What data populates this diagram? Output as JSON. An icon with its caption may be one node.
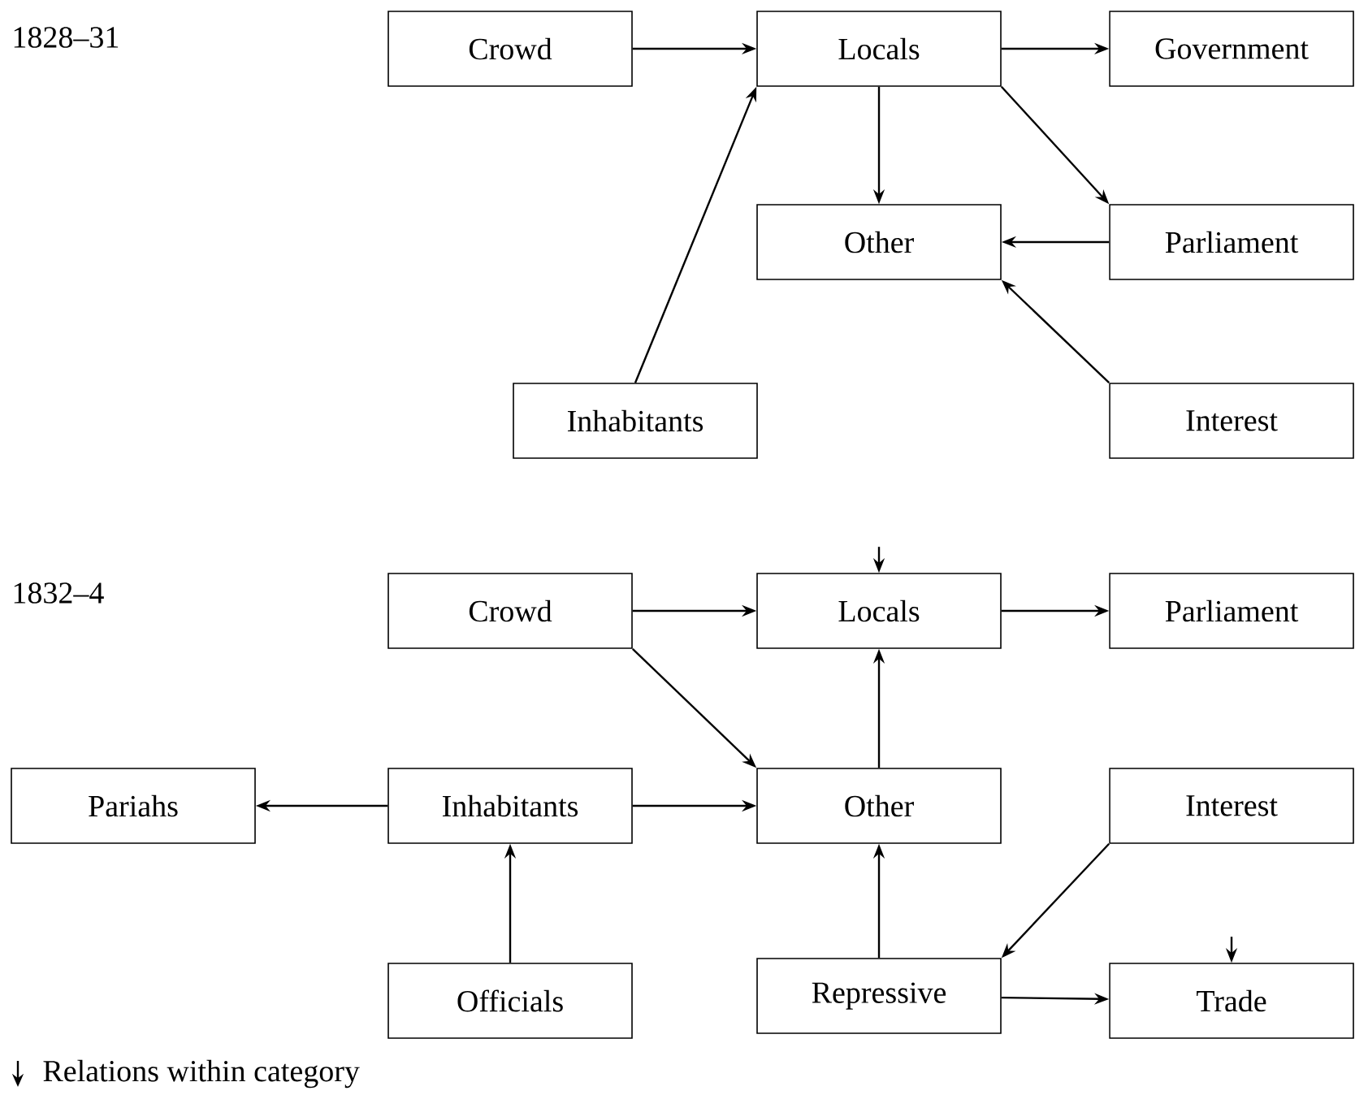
{
  "diagram": {
    "nodes": [
      {
        "text": [
          "Crowd"
        ]
      },
      {
        "text": [
          "Locals"
        ]
      },
      {
        "text": [
          "Government"
        ]
      },
      {
        "text": [
          "Other"
        ]
      },
      {
        "text": [
          "Parliament"
        ]
      },
      {
        "text": [
          "Inhabitants"
        ]
      },
      {
        "text": [
          "Interest"
        ]
      },
      {
        "text": [
          "Crowd"
        ]
      },
      {
        "text": [
          "Locals"
        ]
      },
      {
        "text": [
          "Parliament"
        ]
      },
      {
        "text": [
          "Pariahs"
        ]
      },
      {
        "text": [
          "Inhabitants"
        ]
      },
      {
        "text": [
          "Other"
        ]
      },
      {
        "text": [
          "Interest"
        ]
      },
      {
        "text": [
          "Officials"
        ]
      },
      {
        "text": [
          "Repressive"
        ]
      },
      {
        "text": [
          "Trade"
        ]
      }
    ],
    "edges": [
      {
        "from": 0,
        "to": 1,
        "arrow": "to"
      },
      {
        "from": 1,
        "to": 2,
        "arrow": "to"
      },
      {
        "from": 1,
        "to": 3,
        "arrow": "to"
      },
      {
        "from": 1,
        "to": 4,
        "arrow": "to"
      },
      {
        "from": 4,
        "to": 3,
        "arrow": "to"
      },
      {
        "from": 5,
        "to": 1,
        "arrow": "to"
      },
      {
        "from": 6,
        "to": 3,
        "arrow": "to"
      },
      {
        "from": null,
        "to": 8,
        "arrow": "to"
      },
      {
        "from": 7,
        "to": 8,
        "arrow": "to"
      },
      {
        "from": 8,
        "to": 9,
        "arrow": "to"
      },
      {
        "from": 7,
        "to": 12,
        "arrow": "to"
      },
      {
        "from": 12,
        "to": 8,
        "arrow": "to"
      },
      {
        "from": 11,
        "to": 10,
        "arrow": "to"
      },
      {
        "from": 11,
        "to": 12,
        "arrow": "to"
      },
      {
        "from": 14,
        "to": 11,
        "arrow": "to"
      },
      {
        "from": 15,
        "to": 12,
        "arrow": "to"
      },
      {
        "from": 13,
        "to": 15,
        "arrow": "to"
      },
      {
        "from": 15,
        "to": 16,
        "arrow": "to"
      },
      {
        "from": null,
        "to": 16,
        "arrow": "to"
      }
    ],
    "labels": [
      "1828–31",
      "1832–4"
    ],
    "legend": [
      {
        "text": "Relations within category"
      }
    ]
  }
}
